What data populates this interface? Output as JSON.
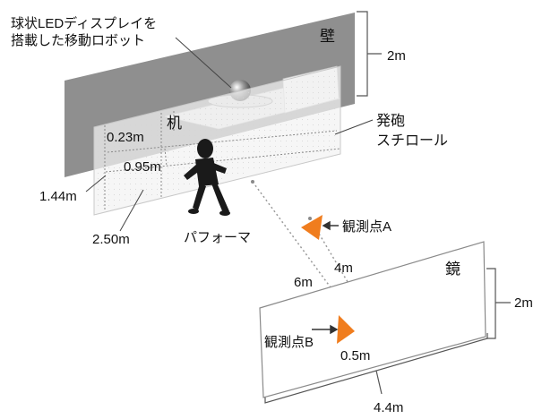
{
  "labels": {
    "robot_line1": "球状LEDディスプレイを",
    "robot_line2": "搭載した移動ロボット",
    "wall": "壁",
    "wall_height": "2m",
    "desk": "机",
    "styrofoam_line1": "発砲",
    "styrofoam_line2": "スチロール",
    "dim_023": "0.23m",
    "dim_095": "0.95m",
    "dim_144": "1.44m",
    "dim_250": "2.50m",
    "performer": "パフォーマ",
    "point_a": "観測点A",
    "dist_4m": "4m",
    "dist_6m": "6m",
    "mirror": "鏡",
    "mirror_height": "2m",
    "point_b": "観測点B",
    "dist_05m": "0.5m",
    "mirror_width": "4.4m"
  },
  "colors": {
    "wall": "#8f8f8f",
    "marker": "#f07d1e",
    "performer": "#1a1a1a",
    "outline": "#9a9a9a"
  }
}
